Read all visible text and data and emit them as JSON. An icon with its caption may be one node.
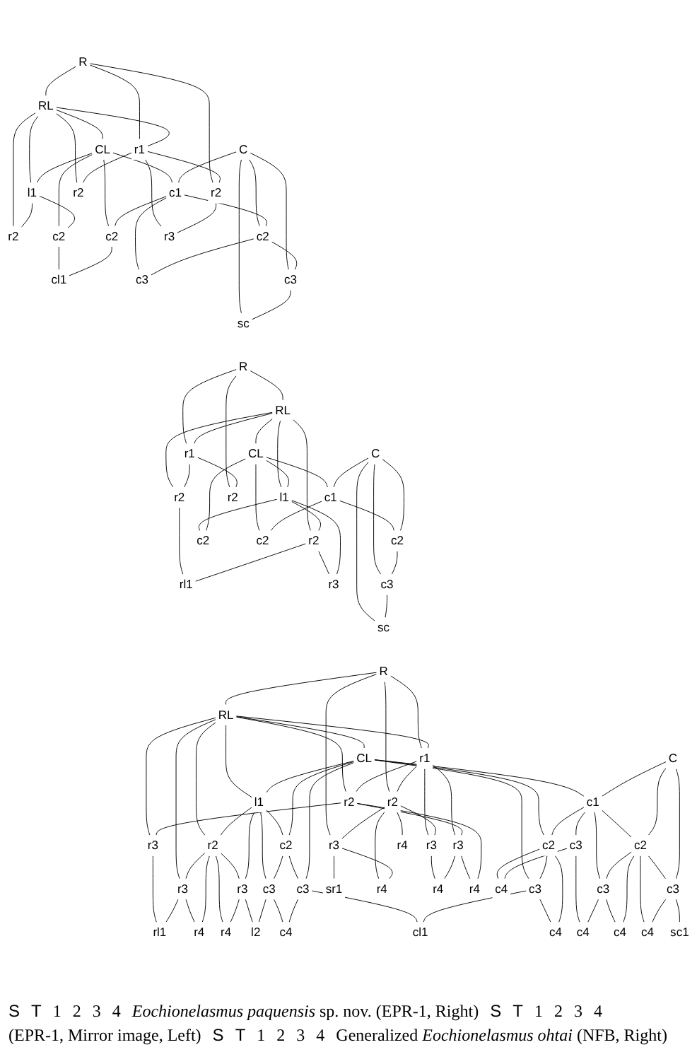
{
  "diagram": {
    "nodes": [
      {
        "text": [
          "R"
        ]
      },
      {
        "text": [
          "RL"
        ]
      },
      {
        "text": [
          "CL"
        ]
      },
      {
        "text": [
          "C"
        ]
      },
      {
        "text": [
          "r1"
        ]
      },
      {
        "text": [
          "l1"
        ]
      },
      {
        "text": [
          "c1"
        ]
      },
      {
        "text": [
          "r2"
        ]
      },
      {
        "text": [
          "r2"
        ]
      },
      {
        "text": [
          "r2"
        ]
      },
      {
        "text": [
          "c2"
        ]
      },
      {
        "text": [
          "c2"
        ]
      },
      {
        "text": [
          "c2"
        ]
      },
      {
        "text": [
          "r3"
        ]
      },
      {
        "text": [
          "cl1"
        ]
      },
      {
        "text": [
          "c3"
        ]
      },
      {
        "text": [
          "c3"
        ]
      },
      {
        "text": [
          "sc"
        ]
      },
      {
        "text": [
          "R"
        ]
      },
      {
        "text": [
          "RL"
        ]
      },
      {
        "text": [
          "CL"
        ]
      },
      {
        "text": [
          "C"
        ]
      },
      {
        "text": [
          "r1"
        ]
      },
      {
        "text": [
          "l1"
        ]
      },
      {
        "text": [
          "c1"
        ]
      },
      {
        "text": [
          "r2"
        ]
      },
      {
        "text": [
          "r2"
        ]
      },
      {
        "text": [
          "r2"
        ]
      },
      {
        "text": [
          "c2"
        ]
      },
      {
        "text": [
          "c2"
        ]
      },
      {
        "text": [
          "c2"
        ]
      },
      {
        "text": [
          "rl1"
        ]
      },
      {
        "text": [
          "r3"
        ]
      },
      {
        "text": [
          "c3"
        ]
      },
      {
        "text": [
          "sc"
        ]
      },
      {
        "text": [
          "R"
        ]
      },
      {
        "text": [
          "RL"
        ]
      },
      {
        "text": [
          "CL"
        ]
      },
      {
        "text": [
          "C"
        ]
      },
      {
        "text": [
          "r1"
        ]
      },
      {
        "text": [
          "l1"
        ]
      },
      {
        "text": [
          "c1"
        ]
      },
      {
        "text": [
          "r2"
        ]
      },
      {
        "text": [
          "r2"
        ]
      },
      {
        "text": [
          "r2"
        ]
      },
      {
        "text": [
          "c2"
        ]
      },
      {
        "text": [
          "c2"
        ]
      },
      {
        "text": [
          "c2"
        ]
      },
      {
        "text": [
          "r3"
        ]
      },
      {
        "text": [
          "r3"
        ]
      },
      {
        "text": [
          "r3"
        ]
      },
      {
        "text": [
          "r3"
        ]
      },
      {
        "text": [
          "r3"
        ]
      },
      {
        "text": [
          "r3"
        ]
      },
      {
        "text": [
          "c3"
        ]
      },
      {
        "text": [
          "c3"
        ]
      },
      {
        "text": [
          "c3"
        ]
      },
      {
        "text": [
          "c3"
        ]
      },
      {
        "text": [
          "c3"
        ]
      },
      {
        "text": [
          "c3"
        ]
      },
      {
        "text": [
          "sr1"
        ]
      },
      {
        "text": [
          "r4"
        ]
      },
      {
        "text": [
          "r4"
        ]
      },
      {
        "text": [
          "r4"
        ]
      },
      {
        "text": [
          "r4"
        ]
      },
      {
        "text": [
          "rl1"
        ]
      },
      {
        "text": [
          "r4"
        ]
      },
      {
        "text": [
          "r4"
        ]
      },
      {
        "text": [
          "l2"
        ]
      },
      {
        "text": [
          "c4"
        ]
      },
      {
        "text": [
          "cl1"
        ]
      },
      {
        "text": [
          "c4"
        ]
      },
      {
        "text": [
          "c4"
        ]
      },
      {
        "text": [
          "c4"
        ]
      },
      {
        "text": [
          "c4"
        ]
      },
      {
        "text": [
          "c4"
        ]
      },
      {
        "text": [
          "sc1"
        ]
      }
    ],
    "edges": [
      {
        "from": 0,
        "to": 1,
        "arrow": "none"
      },
      {
        "from": 0,
        "to": 4,
        "arrow": "none"
      },
      {
        "from": 0,
        "to": 7,
        "arrow": "none"
      },
      {
        "from": 1,
        "to": 2,
        "arrow": "none"
      },
      {
        "from": 1,
        "to": 4,
        "arrow": "none"
      },
      {
        "from": 1,
        "to": 8,
        "arrow": "none"
      },
      {
        "from": 1,
        "to": 9,
        "arrow": "none"
      },
      {
        "from": 1,
        "to": 5,
        "arrow": "none"
      },
      {
        "from": 4,
        "to": 7,
        "arrow": "none"
      },
      {
        "from": 4,
        "to": 8,
        "arrow": "none"
      },
      {
        "from": 4,
        "to": 13,
        "arrow": "none"
      },
      {
        "from": 7,
        "to": 13,
        "arrow": "none"
      },
      {
        "from": 2,
        "to": 5,
        "arrow": "none"
      },
      {
        "from": 2,
        "to": 10,
        "arrow": "none"
      },
      {
        "from": 2,
        "to": 11,
        "arrow": "none"
      },
      {
        "from": 2,
        "to": 6,
        "arrow": "none"
      },
      {
        "from": 5,
        "to": 9,
        "arrow": "none"
      },
      {
        "from": 5,
        "to": 10,
        "arrow": "none"
      },
      {
        "from": 10,
        "to": 14,
        "arrow": "none"
      },
      {
        "from": 11,
        "to": 14,
        "arrow": "none"
      },
      {
        "from": 6,
        "to": 11,
        "arrow": "none"
      },
      {
        "from": 3,
        "to": 6,
        "arrow": "none"
      },
      {
        "from": 3,
        "to": 12,
        "arrow": "none"
      },
      {
        "from": 3,
        "to": 16,
        "arrow": "none"
      },
      {
        "from": 3,
        "to": 17,
        "arrow": "none"
      },
      {
        "from": 6,
        "to": 12,
        "arrow": "none"
      },
      {
        "from": 6,
        "to": 15,
        "arrow": "none"
      },
      {
        "from": 12,
        "to": 15,
        "arrow": "none"
      },
      {
        "from": 12,
        "to": 16,
        "arrow": "none"
      },
      {
        "from": 16,
        "to": 17,
        "arrow": "none"
      },
      {
        "from": 18,
        "to": 19,
        "arrow": "none"
      },
      {
        "from": 18,
        "to": 22,
        "arrow": "none"
      },
      {
        "from": 18,
        "to": 25,
        "arrow": "none"
      },
      {
        "from": 19,
        "to": 20,
        "arrow": "none"
      },
      {
        "from": 19,
        "to": 22,
        "arrow": "none"
      },
      {
        "from": 19,
        "to": 26,
        "arrow": "none"
      },
      {
        "from": 19,
        "to": 27,
        "arrow": "none"
      },
      {
        "from": 19,
        "to": 23,
        "arrow": "none"
      },
      {
        "from": 22,
        "to": 25,
        "arrow": "none"
      },
      {
        "from": 22,
        "to": 26,
        "arrow": "none"
      },
      {
        "from": 26,
        "to": 31,
        "arrow": "none"
      },
      {
        "from": 27,
        "to": 31,
        "arrow": "none"
      },
      {
        "from": 27,
        "to": 32,
        "arrow": "none"
      },
      {
        "from": 23,
        "to": 27,
        "arrow": "none"
      },
      {
        "from": 23,
        "to": 32,
        "arrow": "none"
      },
      {
        "from": 23,
        "to": 28,
        "arrow": "none"
      },
      {
        "from": 20,
        "to": 23,
        "arrow": "none"
      },
      {
        "from": 20,
        "to": 28,
        "arrow": "none"
      },
      {
        "from": 20,
        "to": 29,
        "arrow": "none"
      },
      {
        "from": 20,
        "to": 24,
        "arrow": "none"
      },
      {
        "from": 24,
        "to": 29,
        "arrow": "none"
      },
      {
        "from": 24,
        "to": 30,
        "arrow": "none"
      },
      {
        "from": 21,
        "to": 24,
        "arrow": "none"
      },
      {
        "from": 21,
        "to": 30,
        "arrow": "none"
      },
      {
        "from": 21,
        "to": 33,
        "arrow": "none"
      },
      {
        "from": 21,
        "to": 34,
        "arrow": "none"
      },
      {
        "from": 30,
        "to": 33,
        "arrow": "none"
      },
      {
        "from": 33,
        "to": 34,
        "arrow": "none"
      },
      {
        "from": 35,
        "to": 36,
        "arrow": "none"
      },
      {
        "from": 35,
        "to": 39,
        "arrow": "none"
      },
      {
        "from": 35,
        "to": 42,
        "arrow": "none"
      },
      {
        "from": 35,
        "to": 48,
        "arrow": "none"
      },
      {
        "from": 36,
        "to": 37,
        "arrow": "none"
      },
      {
        "from": 36,
        "to": 39,
        "arrow": "none"
      },
      {
        "from": 36,
        "to": 43,
        "arrow": "none"
      },
      {
        "from": 36,
        "to": 51,
        "arrow": "none"
      },
      {
        "from": 36,
        "to": 52,
        "arrow": "none"
      },
      {
        "from": 36,
        "to": 44,
        "arrow": "none"
      },
      {
        "from": 36,
        "to": 40,
        "arrow": "none"
      },
      {
        "from": 39,
        "to": 42,
        "arrow": "none"
      },
      {
        "from": 39,
        "to": 49,
        "arrow": "none"
      },
      {
        "from": 39,
        "to": 50,
        "arrow": "none"
      },
      {
        "from": 39,
        "to": 43,
        "arrow": "none"
      },
      {
        "from": 42,
        "to": 48,
        "arrow": "none"
      },
      {
        "from": 42,
        "to": 61,
        "arrow": "none"
      },
      {
        "from": 42,
        "to": 62,
        "arrow": "none"
      },
      {
        "from": 42,
        "to": 49,
        "arrow": "none"
      },
      {
        "from": 48,
        "to": 60,
        "arrow": "none"
      },
      {
        "from": 48,
        "to": 61,
        "arrow": "none"
      },
      {
        "from": 49,
        "to": 63,
        "arrow": "none"
      },
      {
        "from": 50,
        "to": 63,
        "arrow": "none"
      },
      {
        "from": 50,
        "to": 64,
        "arrow": "none"
      },
      {
        "from": 43,
        "to": 50,
        "arrow": "none"
      },
      {
        "from": 43,
        "to": 64,
        "arrow": "none"
      },
      {
        "from": 43,
        "to": 51,
        "arrow": "none"
      },
      {
        "from": 51,
        "to": 65,
        "arrow": "none"
      },
      {
        "from": 52,
        "to": 65,
        "arrow": "none"
      },
      {
        "from": 52,
        "to": 66,
        "arrow": "none"
      },
      {
        "from": 44,
        "to": 52,
        "arrow": "none"
      },
      {
        "from": 44,
        "to": 66,
        "arrow": "none"
      },
      {
        "from": 44,
        "to": 67,
        "arrow": "none"
      },
      {
        "from": 44,
        "to": 53,
        "arrow": "none"
      },
      {
        "from": 40,
        "to": 44,
        "arrow": "none"
      },
      {
        "from": 53,
        "to": 67,
        "arrow": "none"
      },
      {
        "from": 53,
        "to": 68,
        "arrow": "none"
      },
      {
        "from": 40,
        "to": 53,
        "arrow": "none"
      },
      {
        "from": 40,
        "to": 54,
        "arrow": "none"
      },
      {
        "from": 40,
        "to": 45,
        "arrow": "none"
      },
      {
        "from": 37,
        "to": 40,
        "arrow": "none"
      },
      {
        "from": 37,
        "to": 45,
        "arrow": "none"
      },
      {
        "from": 45,
        "to": 54,
        "arrow": "none"
      },
      {
        "from": 45,
        "to": 55,
        "arrow": "none"
      },
      {
        "from": 54,
        "to": 68,
        "arrow": "none"
      },
      {
        "from": 54,
        "to": 69,
        "arrow": "none"
      },
      {
        "from": 55,
        "to": 69,
        "arrow": "none"
      },
      {
        "from": 55,
        "to": 70,
        "arrow": "none"
      },
      {
        "from": 37,
        "to": 55,
        "arrow": "none"
      },
      {
        "from": 37,
        "to": 56,
        "arrow": "none"
      },
      {
        "from": 37,
        "to": 46,
        "arrow": "none"
      },
      {
        "from": 37,
        "to": 41,
        "arrow": "none"
      },
      {
        "from": 56,
        "to": 70,
        "arrow": "none"
      },
      {
        "from": 56,
        "to": 71,
        "arrow": "none"
      },
      {
        "from": 46,
        "to": 56,
        "arrow": "none"
      },
      {
        "from": 46,
        "to": 71,
        "arrow": "none"
      },
      {
        "from": 46,
        "to": 72,
        "arrow": "none"
      },
      {
        "from": 41,
        "to": 46,
        "arrow": "none"
      },
      {
        "from": 41,
        "to": 57,
        "arrow": "none"
      },
      {
        "from": 41,
        "to": 58,
        "arrow": "none"
      },
      {
        "from": 41,
        "to": 47,
        "arrow": "none"
      },
      {
        "from": 38,
        "to": 41,
        "arrow": "none"
      },
      {
        "from": 57,
        "to": 72,
        "arrow": "none"
      },
      {
        "from": 57,
        "to": 73,
        "arrow": "none"
      },
      {
        "from": 58,
        "to": 73,
        "arrow": "none"
      },
      {
        "from": 58,
        "to": 74,
        "arrow": "none"
      },
      {
        "from": 47,
        "to": 58,
        "arrow": "none"
      },
      {
        "from": 47,
        "to": 74,
        "arrow": "none"
      },
      {
        "from": 47,
        "to": 75,
        "arrow": "none"
      },
      {
        "from": 47,
        "to": 59,
        "arrow": "none"
      },
      {
        "from": 38,
        "to": 47,
        "arrow": "none"
      },
      {
        "from": 38,
        "to": 59,
        "arrow": "none"
      },
      {
        "from": 59,
        "to": 75,
        "arrow": "none"
      },
      {
        "from": 59,
        "to": 76,
        "arrow": "none"
      }
    ],
    "labels": [
      "S",
      "T",
      "1",
      "2",
      "3",
      "4",
      "*Eochionelasmus paquensis* sp. nov. (EPR-1, Right)",
      "S",
      "T",
      "1",
      "2",
      "3",
      "4",
      "(EPR-1, Mirror image, Left)",
      "S",
      "T",
      "1",
      "2",
      "3",
      "4",
      "Generalized *Eochionelasmus ohtai* (NFB, Right)"
    ]
  }
}
